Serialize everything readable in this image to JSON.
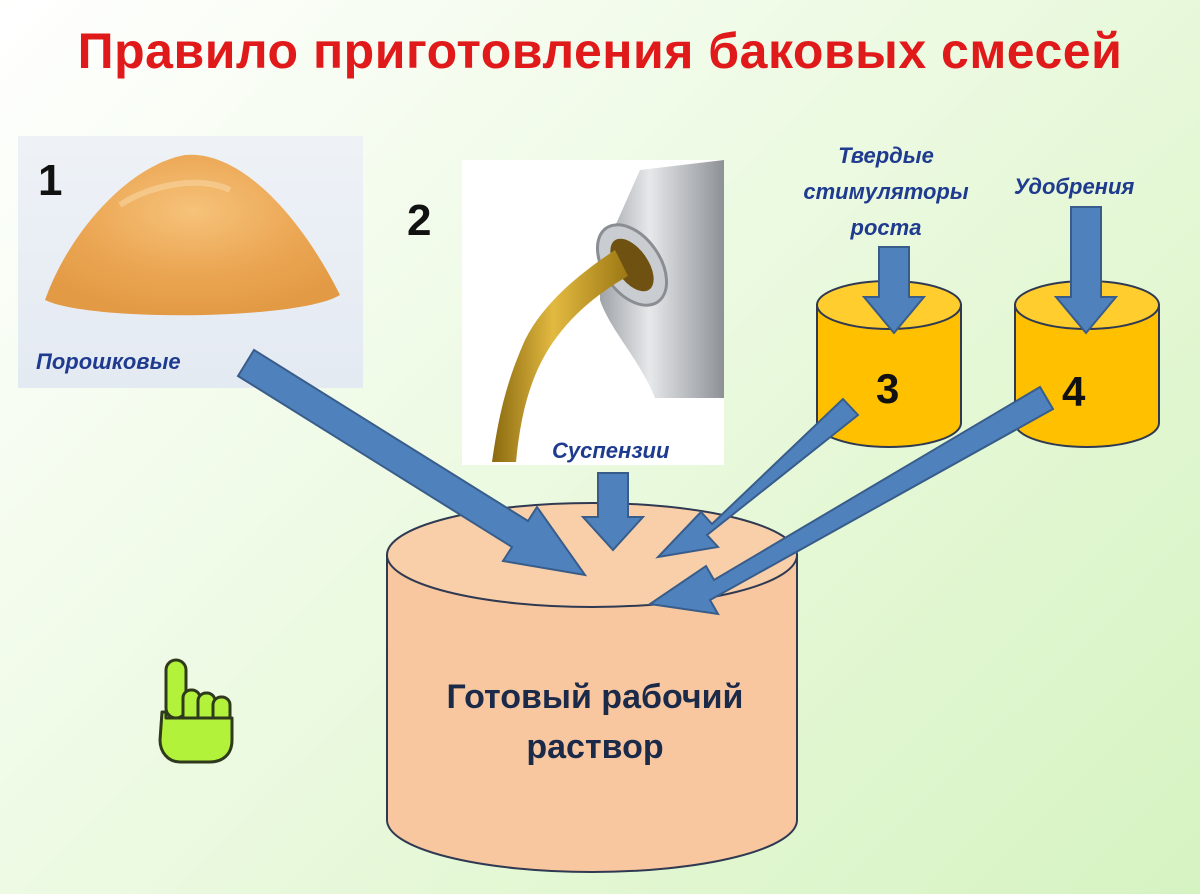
{
  "title": "Правило приготовления баковых смесей",
  "items": [
    {
      "number": "1",
      "label": "Порошковые"
    },
    {
      "number": "2",
      "label": "Суспензии"
    },
    {
      "number": "3",
      "label_lines": [
        "Твердые",
        "стимуляторы",
        "роста"
      ]
    },
    {
      "number": "4",
      "label": "Удобрения"
    }
  ],
  "result": {
    "label_lines": [
      "Готовый рабочий",
      "раствор"
    ]
  },
  "colors": {
    "title": "#e01a1a",
    "arrow": "#4f81bd",
    "arrow_stroke": "#385d8a",
    "small_drum": "#ffc000",
    "big_drum": "#f8c7a0",
    "label": "#1f3b8f",
    "hand": "#b3f23a"
  },
  "icons": [
    "powder-image",
    "oil-pour-image",
    "pointing-hand-icon"
  ]
}
